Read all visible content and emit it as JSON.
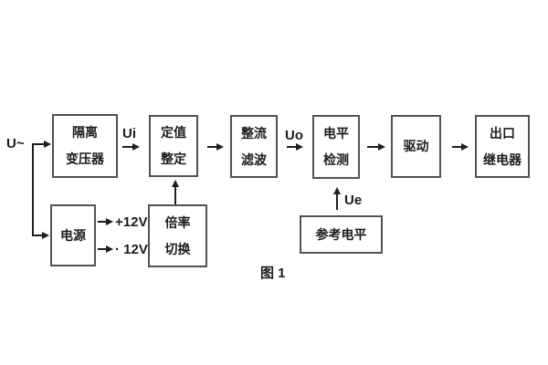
{
  "figure": {
    "caption": "图 1",
    "background": "#ffffff",
    "border_color": "#525252",
    "line_color": "#1e1e1e",
    "text_color": "#1c1c1c"
  },
  "labels": {
    "input": "U~",
    "ui": "Ui",
    "uo": "Uo",
    "ue": "Ue",
    "plus12v": "+12V",
    "minus12v": "· 12V"
  },
  "blocks": [
    {
      "id": "isolation-transformer",
      "lines": [
        "隔离",
        "变压器"
      ]
    },
    {
      "id": "setpoint-adjust",
      "lines": [
        "定值",
        "整定"
      ]
    },
    {
      "id": "rectifier-filter",
      "lines": [
        "整流",
        "滤波"
      ]
    },
    {
      "id": "level-detect",
      "lines": [
        "电平",
        "检测"
      ]
    },
    {
      "id": "drive",
      "lines": [
        "驱动"
      ]
    },
    {
      "id": "output-relay",
      "lines": [
        "出口",
        "继电器"
      ]
    },
    {
      "id": "power-supply",
      "lines": [
        "电源"
      ]
    },
    {
      "id": "ratio-switch",
      "lines": [
        "倍率",
        "切换"
      ]
    },
    {
      "id": "reference-level",
      "lines": [
        "参考电平"
      ]
    }
  ]
}
